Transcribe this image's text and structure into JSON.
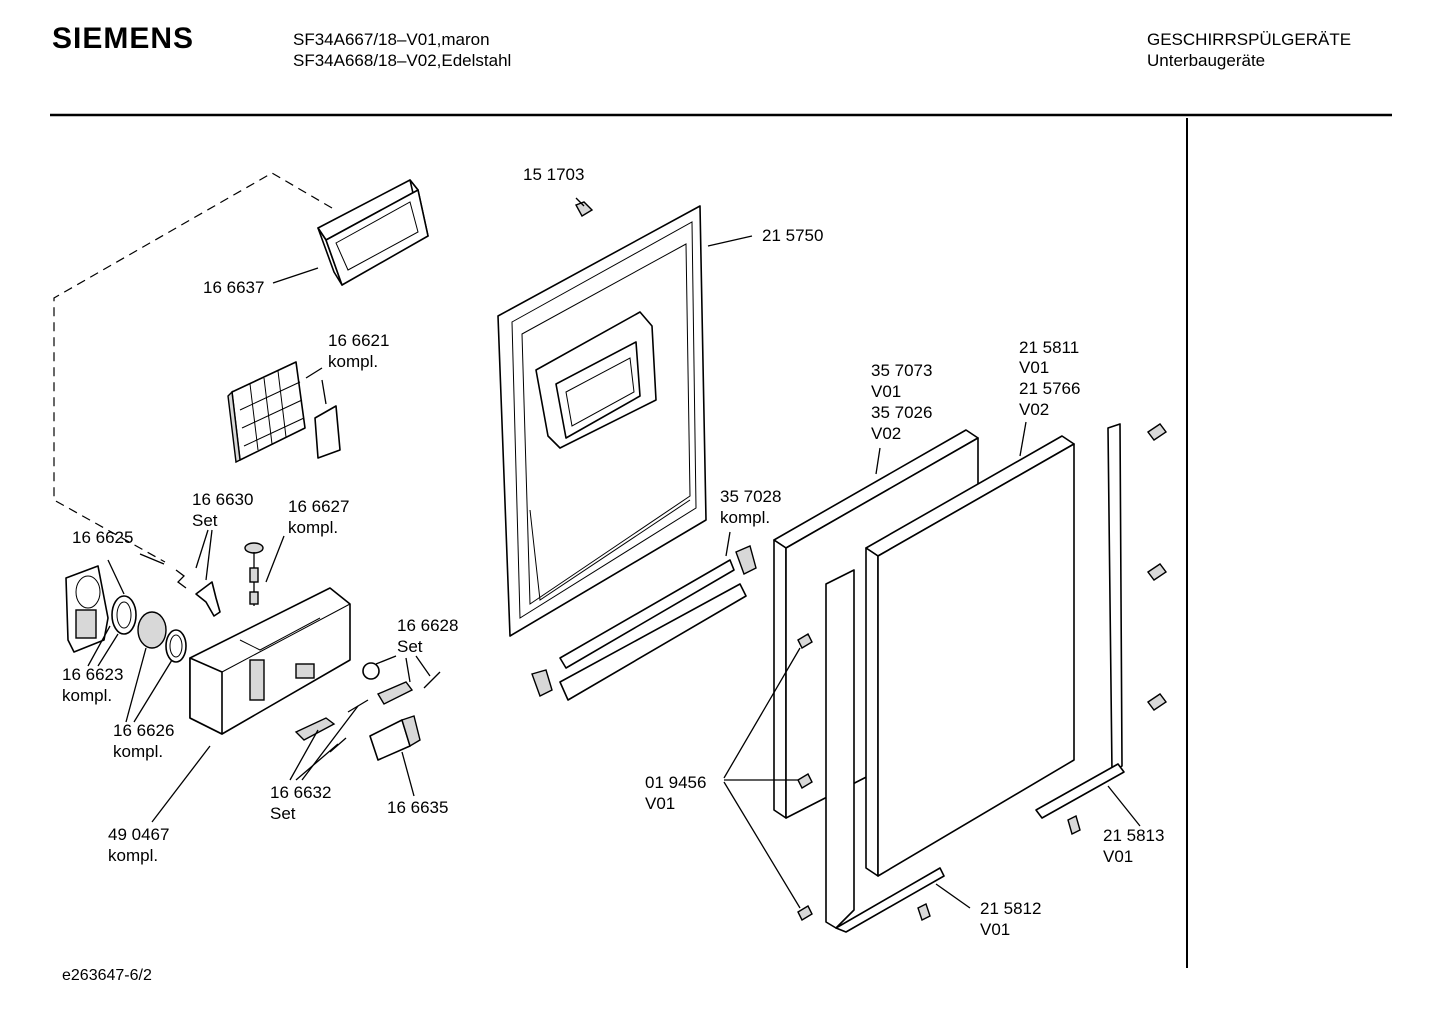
{
  "header": {
    "brand": "SIEMENS",
    "model_line_1": "SF34A667/18–V01,maron",
    "model_line_2": "SF34A668/18–V02,Edelstahl",
    "category_line_1": "GESCHIRRSPÜLGERÄTE",
    "category_line_2": "Unterbaugeräte"
  },
  "footer": {
    "document_ref": "e263647-6/2"
  },
  "part_labels": {
    "p151703": [
      "15 1703"
    ],
    "p215750": [
      "21 5750"
    ],
    "p166637": [
      "16 6637"
    ],
    "p166621": [
      "16 6621",
      "kompl."
    ],
    "p357073": [
      "35 7073",
      "V01",
      "35 7026",
      "V02"
    ],
    "p215811": [
      "21 5811",
      "V01",
      "21 5766",
      "V02"
    ],
    "p166630": [
      "16 6630",
      "Set"
    ],
    "p166627": [
      "16 6627",
      "kompl."
    ],
    "p357028": [
      "35 7028",
      "kompl."
    ],
    "p166625": [
      "16 6625"
    ],
    "p166628": [
      "16 6628",
      "Set"
    ],
    "p166623": [
      "16 6623",
      "kompl."
    ],
    "p166626": [
      "16 6626",
      "kompl."
    ],
    "p019456": [
      "01 9456",
      "V01"
    ],
    "p166632": [
      "16 6632",
      "Set"
    ],
    "p166635": [
      "16 6635"
    ],
    "p215813": [
      "21 5813",
      "V01"
    ],
    "p490467": [
      "49 0467",
      "kompl."
    ],
    "p215812": [
      "21 5812",
      "V01"
    ]
  }
}
